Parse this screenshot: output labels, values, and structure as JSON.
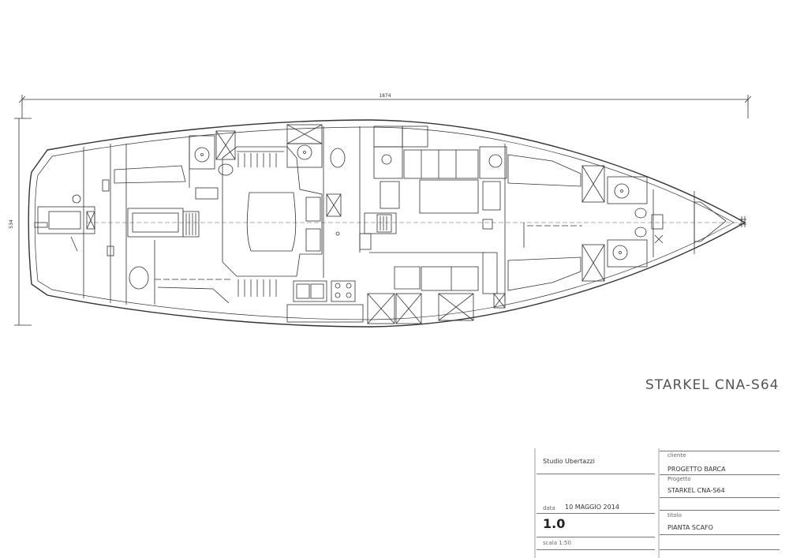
{
  "drawing": {
    "length_dim": "1874",
    "beam_dim": "534"
  },
  "title_main": "STARKEL CNA-S64",
  "title_block": {
    "studio": "Studio Ubertazzi",
    "data_label": "data",
    "date": "10 MAGGIO 2014",
    "version": "1.0",
    "scale_label": "scala 1:50",
    "cliente_label": "cliente",
    "cliente": "PROGETTO BARCA",
    "progetto_label": "Progetto",
    "progetto": "STARKEL CNA-S64",
    "titolo_label": "titolo",
    "titolo": "PIANTA SCAFO"
  }
}
